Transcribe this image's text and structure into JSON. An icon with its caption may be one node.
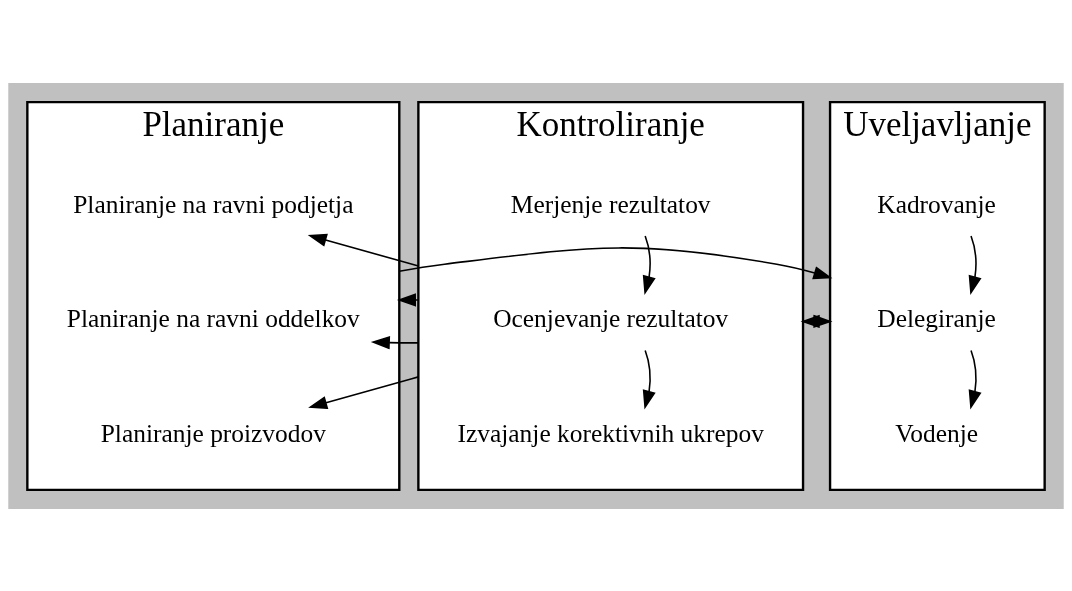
{
  "diagram": {
    "nodes": [
      {
        "text": [
          "Planiranje"
        ]
      },
      {
        "text": [
          "Planiranje na ravni podjetja"
        ],
        "in": 0
      },
      {
        "text": [
          "Planiranje na ravni oddelkov"
        ],
        "in": 0
      },
      {
        "text": [
          "Planiranje proizvodov"
        ],
        "in": 0
      },
      {
        "text": [
          "Uveljavljanje"
        ]
      },
      {
        "text": [
          "Kadrovanje"
        ],
        "in": 4
      },
      {
        "text": [
          "Delegiranje"
        ],
        "in": 4
      },
      {
        "text": [
          "Vodenje"
        ],
        "in": 4
      },
      {
        "text": [
          "Kontroliranje"
        ]
      },
      {
        "text": [
          "Merjenje rezultatov"
        ],
        "in": 8
      },
      {
        "text": [
          "Ocenjevanje rezultatov"
        ],
        "in": 8
      },
      {
        "text": [
          "Izvajanje korektivnih ukrepov"
        ],
        "in": 8
      }
    ],
    "edges": [
      {
        "from": 0,
        "to": 4,
        "arrow": "to"
      },
      {
        "from": 4,
        "to": 8,
        "arrow": "to"
      },
      {
        "from": 5,
        "to": 6,
        "arrow": "to"
      },
      {
        "from": 6,
        "to": 7,
        "arrow": "to"
      },
      {
        "from": 9,
        "to": 10,
        "arrow": "to"
      },
      {
        "from": 10,
        "to": 11,
        "arrow": "to"
      },
      {
        "from": 8,
        "to": 1,
        "arrow": "to"
      },
      {
        "from": 8,
        "to": 2,
        "arrow": "to"
      },
      {
        "from": 8,
        "to": 3,
        "arrow": "to"
      },
      {
        "from": 8,
        "to": 0,
        "arrow": "to"
      },
      {
        "from": 8,
        "to": 4,
        "arrow": "to"
      }
    ]
  }
}
